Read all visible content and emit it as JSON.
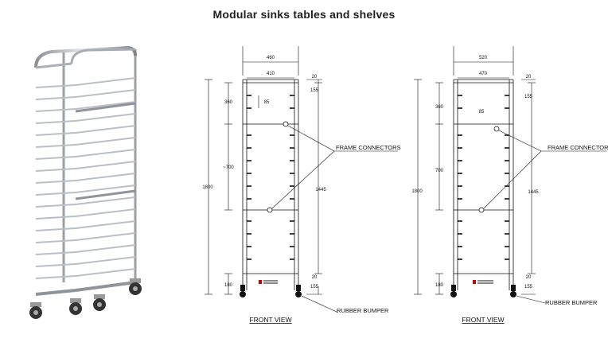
{
  "header": {
    "title": "Modular sinks tables and shelves"
  },
  "drawing_left": {
    "width_outer": "460",
    "width_inner": "410",
    "top_gap": "20",
    "top_section": "360",
    "top_to_rail": "155",
    "rail_pitch": "85",
    "middle_section": "~700",
    "total_height": "1800",
    "frame_height": "1445",
    "bottom_section": "180",
    "bottom_gap": "20",
    "bottom_rail": "155",
    "view_label": "FRONT VIEW"
  },
  "drawing_right": {
    "width_outer": "520",
    "width_inner": "470",
    "top_gap": "20",
    "top_section": "360",
    "top_to_rail": "155",
    "rail_pitch": "85",
    "middle_section": "700",
    "total_height": "1800",
    "frame_height": "1445",
    "bottom_section": "180",
    "bottom_gap": "20",
    "bottom_rail": "155",
    "view_label": "FRONT VIEW"
  },
  "callouts": {
    "frame_connectors": "FRAME CONNECTORS",
    "rubber_bumper": "RUBBER BUMPER"
  }
}
